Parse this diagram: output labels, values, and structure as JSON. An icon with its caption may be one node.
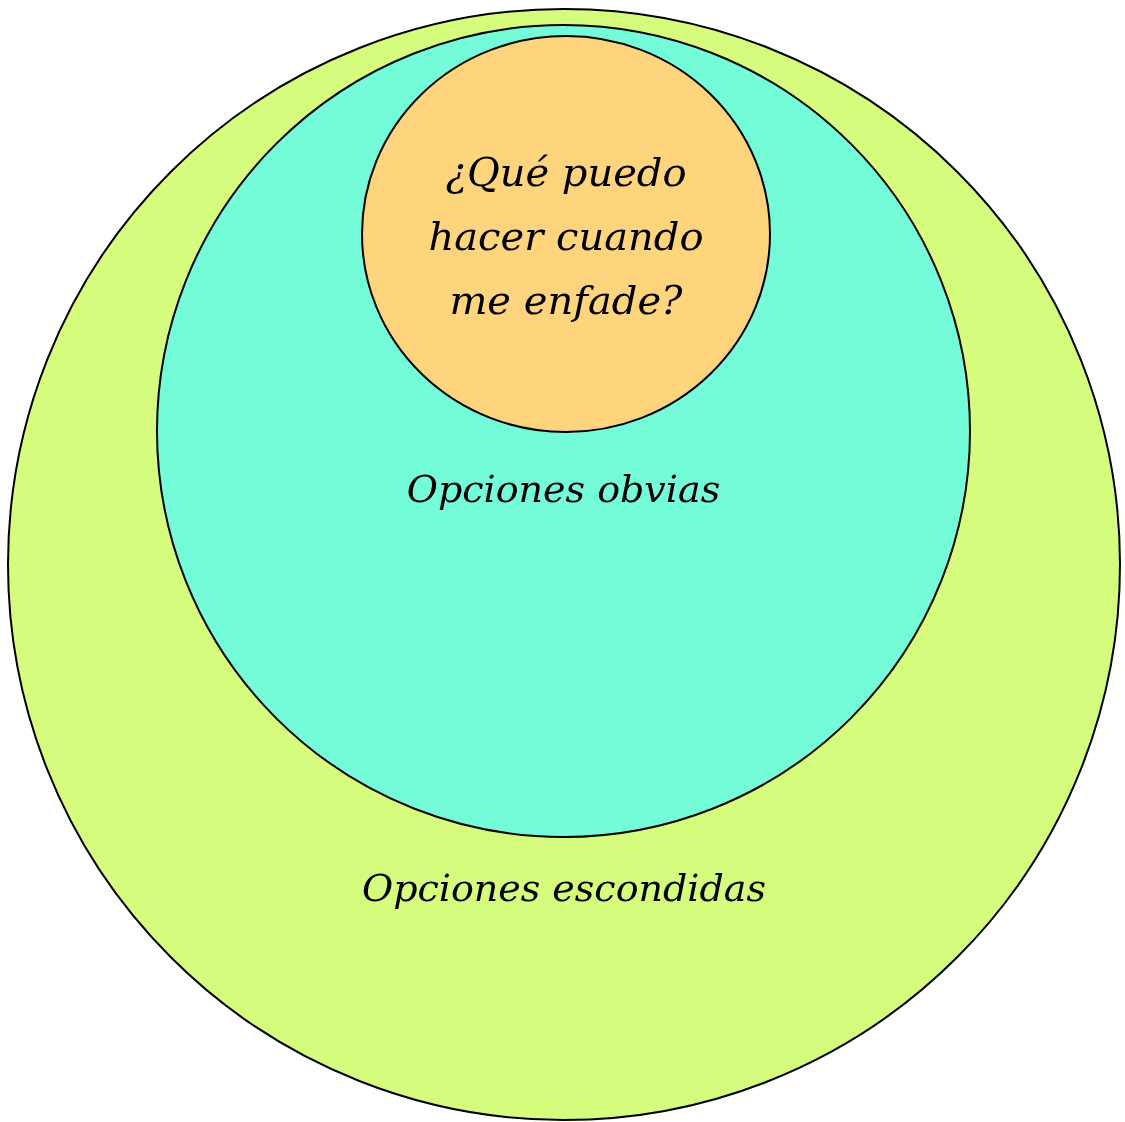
{
  "diagram": {
    "nodes": [
      {
        "text": [
          "Opciones escondidas"
        ]
      },
      {
        "text": [
          "Opciones obvias"
        ],
        "in": 0
      },
      {
        "text": [
          "¿Qué puedo hacer cuando me enfade?"
        ],
        "in": 1
      }
    ]
  }
}
